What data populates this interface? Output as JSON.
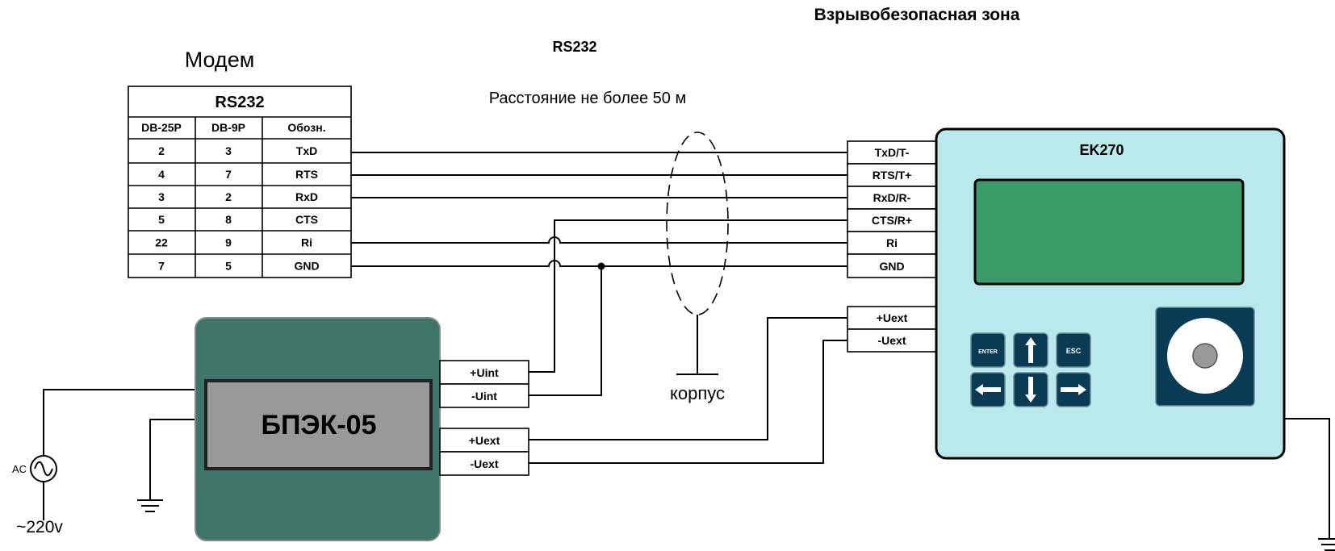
{
  "zone_title": "Взрывобезопасная зона",
  "cable_label": "RS232",
  "distance_label": "Расстояние не более 50 м",
  "modem": {
    "title": "Модем",
    "table_title": "RS232",
    "headers": [
      "DB-25P",
      "DB-9P",
      "Обозн."
    ],
    "rows": [
      [
        "2",
        "3",
        "TxD"
      ],
      [
        "4",
        "7",
        "RTS"
      ],
      [
        "3",
        "2",
        "RxD"
      ],
      [
        "5",
        "8",
        "CTS"
      ],
      [
        "22",
        "9",
        "Ri"
      ],
      [
        "7",
        "5",
        "GND"
      ]
    ]
  },
  "ek270": {
    "title": "EK270",
    "terminals": [
      "TxD/T-",
      "RTS/T+",
      "RxD/R-",
      "CTS/R+",
      "Ri",
      "GND"
    ],
    "power_terminals": [
      "+Uext",
      "-Uext"
    ],
    "keys": {
      "enter": "ENTER",
      "esc": "ESC"
    }
  },
  "bpek": {
    "title": "БПЭК-05",
    "int_terminals": [
      "+Uint",
      "-Uint"
    ],
    "ext_terminals": [
      "+Uext",
      "-Uext"
    ]
  },
  "ground_label": "корпус",
  "ac": {
    "symbol_label": "AC",
    "voltage": "~220v"
  },
  "colors": {
    "ek270_body": "#b9e9ec",
    "ek270_display": "#3a9b68",
    "ek270_keys": "#0a3b55",
    "bpek_body": "#3f7468",
    "bpek_display": "#999999"
  }
}
